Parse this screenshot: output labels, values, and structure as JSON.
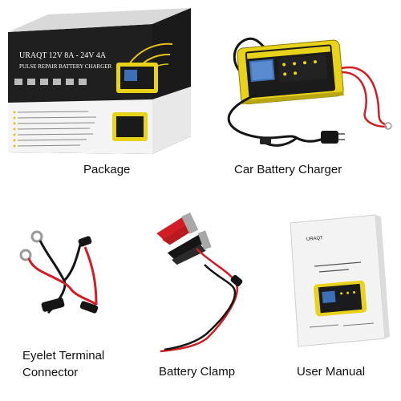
{
  "items": [
    {
      "caption": "Package",
      "box_text": {
        "brand_line": "URAQT 12V 8A - 24V 4A",
        "subtitle": "PULSE REPAIR BATTERY CHARGER"
      }
    },
    {
      "caption": "Car Battery Charger"
    },
    {
      "caption_line1": "Eyelet Terminal",
      "caption_line2": "Connector"
    },
    {
      "caption": "Battery Clamp"
    },
    {
      "caption": "User Manual",
      "manual_text": {
        "brand": "URAQT"
      }
    }
  ],
  "colors": {
    "charger_yellow": "#e8d21a",
    "charger_black": "#1b1b1b",
    "wire_red": "#d21d24",
    "wire_black": "#151515",
    "lcd_blue": "#3b6fb6",
    "box_gray": "#2b2b2b"
  }
}
